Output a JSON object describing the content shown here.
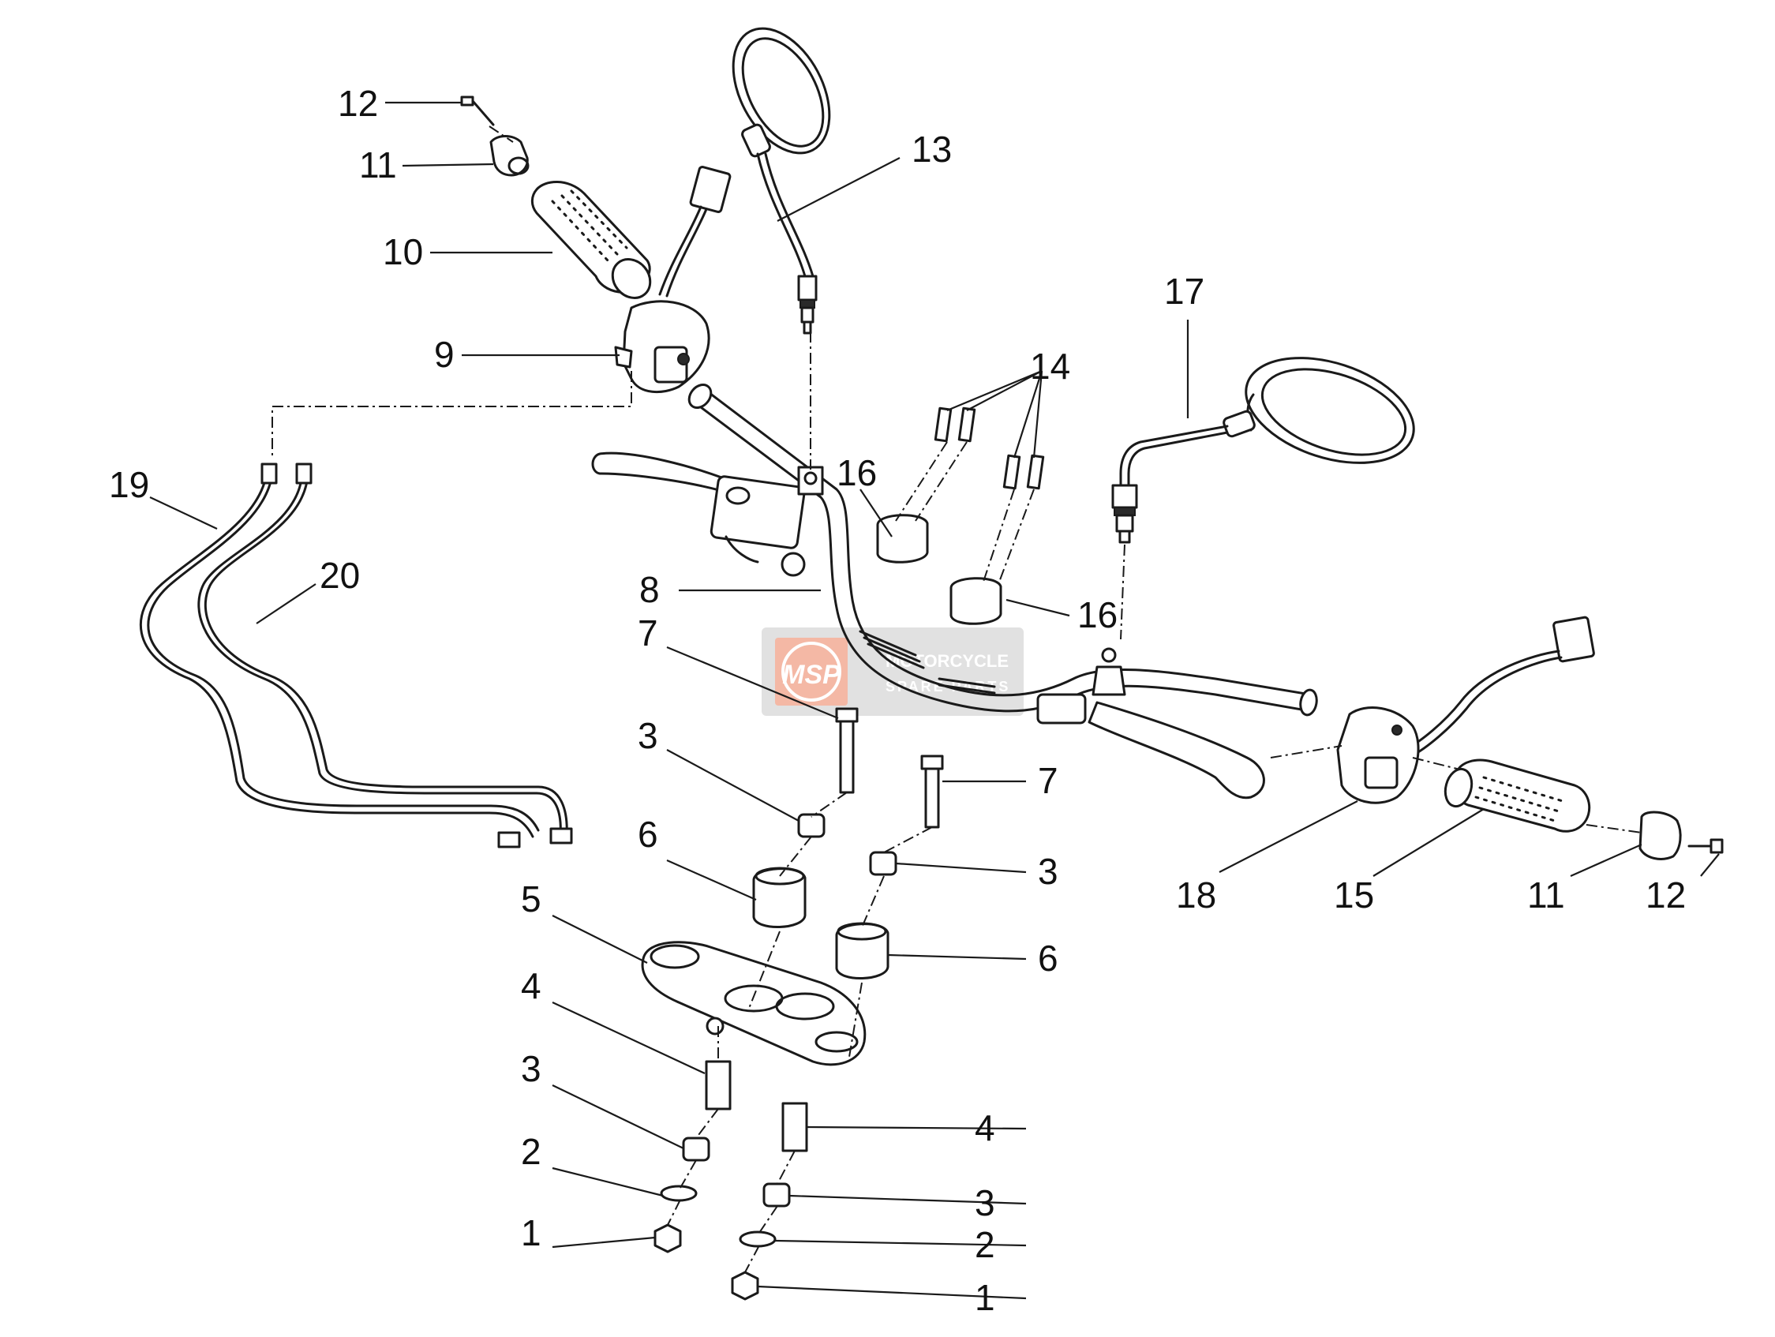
{
  "diagram": {
    "callouts": [
      "12",
      "11",
      "10",
      "9",
      "13",
      "17",
      "14",
      "16",
      "16",
      "19",
      "20",
      "8",
      "7",
      "3",
      "6",
      "5",
      "4",
      "3",
      "2",
      "1",
      "7",
      "3",
      "6",
      "4",
      "3",
      "2",
      "1",
      "18",
      "15",
      "11",
      "12"
    ]
  },
  "watermark": {
    "logo_text": "MSP",
    "line1": "MOTORCYCLE",
    "line2": "SPARE PARTS",
    "color": "#e8643a"
  }
}
